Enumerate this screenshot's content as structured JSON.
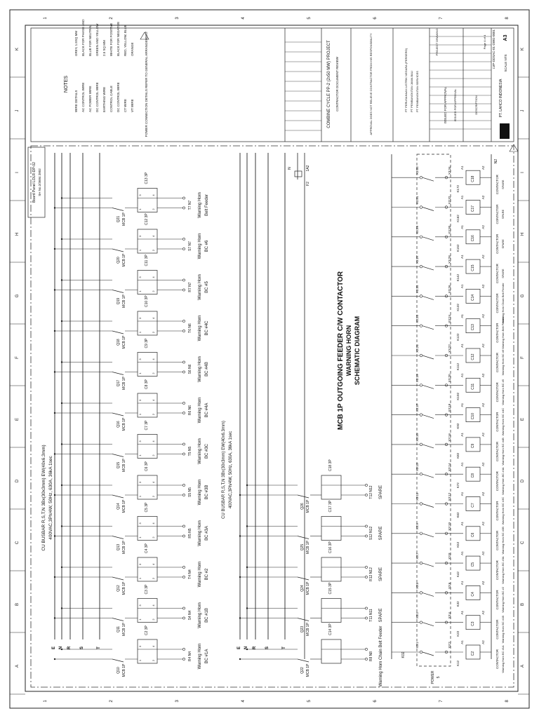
{
  "drawing": {
    "title_lines": [
      "MCB 1P OUTGOING FEEDER C/W CONTACTOR",
      "WARNING HORN",
      "SCHEMATIC DIAGRAM"
    ],
    "cu_busbar_top": "CU BUSBAR R,S,T,N 3Bx(30x3mm) EW(40x6.3mm)",
    "cu_busbar_top_rating": "400VAC,3Ph/4W, 50Hz, 630A, 36kA 1sec",
    "cu_busbar_mid": "CU BUSBAR R,S,T,N 3Bx(30x3mm) EW(40x6.3mm)",
    "cu_busbar_mid_rating": "400VAC,3Ph/4W, 50Hz, 630A, 36kA 1sec",
    "board_label": "Board Panel LOLR-DP-02",
    "board_label2": "SH No.2/3684 2802",
    "spare": "SPARE",
    "warning_horn": "Warning Horn",
    "bell_feeder": "Belt Feeder",
    "contactor": "CONTACTOR",
    "terminal_power": "POWER",
    "terminal_5": "5",
    "x_terminal_label": "X",
    "n_label": "N",
    "fuse_label": "F2",
    "fuse_value": "1A2",
    "phase_labels": [
      "E",
      "N",
      "R",
      "S",
      "T"
    ],
    "mcb_tags_top": [
      "Q10",
      "Q11",
      "Q12",
      "Q13",
      "Q14",
      "Q15",
      "Q16",
      "Q17",
      "Q18",
      "Q19",
      "Q20",
      "Q21"
    ],
    "mcb_tags_mid": [
      "Q22",
      "Q23",
      "Q24",
      "Q25",
      "Q26"
    ],
    "mcb_type": "MCB 1P",
    "contactor_tags_top": [
      "C2 3P",
      "C3 3P",
      "C4 3P",
      "C5 3P",
      "C6 3P",
      "C7 3P",
      "C8 3P",
      "C9 3P",
      "C10 3P",
      "C11 3P",
      "C12 3P",
      "C13 3P"
    ],
    "contactor_tags_mid": [
      "C14 3P",
      "C15 3P",
      "C16 3P",
      "C17 3P",
      "C18 3P"
    ],
    "feeder_top_labels": [
      "BC #1A",
      "BC #1B",
      "BC #2",
      "BC #3A",
      "BC #3B",
      "BC #3C",
      "BC #4A",
      "BC #4B",
      "BC #4C",
      "BC #5",
      "BC #6",
      "Belt Feeder"
    ],
    "feeder_top_terms": [
      "R4 N4",
      "S4 N4",
      "T4 N4",
      "R5 N5",
      "S5 N5",
      "T5 N5",
      "R6 N6",
      "S6 N6",
      "T6 N6",
      "R7 N7",
      "S7 N7",
      "T7 N7"
    ],
    "feeder_mid_labels": [
      "Warning Horn Chain Belt Feeder",
      "SPARE",
      "SPARE",
      "SPARE",
      "SPARE"
    ],
    "feeder_mid_terms": [
      "R8 N8",
      "T11 N11",
      "R12 N12",
      "S12 N12",
      "T12 N12"
    ],
    "coil_tags": [
      "C2",
      "C3",
      "C4",
      "C5",
      "C6",
      "C7",
      "C8",
      "C9",
      "C10",
      "C11",
      "C12",
      "C13",
      "C14",
      "C15",
      "C16",
      "C17",
      "C18"
    ],
    "coil_terms_a": [
      "X3:1",
      "X3:3",
      "X3:5",
      "X3:7",
      "X3:9",
      "X3:11",
      "X3:13",
      "X3:15",
      "X3:17",
      "X3:19",
      "X3:21",
      "X3:23",
      "X3:25",
      "X3:27",
      "X3:29",
      "X3:31",
      "X3:33"
    ],
    "coil_terms_b": [
      "X3:2",
      "X3:4",
      "X3:6",
      "X3:8",
      "X3:10",
      "X3:12",
      "X3:14",
      "X3:16",
      "X3:18",
      "X3:20",
      "X3:22",
      "X3:24",
      "X3:26",
      "X3:28",
      "X3:30",
      "X3:32",
      "X3:34"
    ],
    "coil_k": [
      "K12",
      "K22",
      "K32",
      "K42",
      "K52",
      "K62",
      "K72",
      "K82",
      "K92",
      "K102",
      "K112",
      "K122",
      "K132",
      "K142",
      "K152",
      "K162",
      "K172"
    ],
    "coil_descr": [
      "Warning Horn BC #1A",
      "Warning Horn BC #1B",
      "Warning Horn BC #2",
      "Warning Horn BC #3A",
      "Warning Horn BC #3B",
      "Warning Horn BC #3C",
      "Warning Horn BC #4A",
      "Warning Horn BC #4B",
      "Warning Horn BC #4C",
      "Warning Horn BC #5",
      "Warning Horn BC #6",
      "Warning Horn Belt Feeder",
      "Warning Horn Chain Belt Feeder",
      "SPARE",
      "SPARE",
      "SPARE",
      "SPARE"
    ],
    "a1": "A1",
    "a2": "A2",
    "n2": "N2",
    "k02": "K02",
    "grid_numbers": [
      "1",
      "2",
      "3",
      "4",
      "5",
      "6",
      "7",
      "8"
    ],
    "grid_letters": [
      "A",
      "B",
      "C",
      "D",
      "E",
      "F",
      "G",
      "H",
      "I",
      "J",
      "K"
    ]
  },
  "titleblock": {
    "notes_title": "NOTES",
    "notes_lines": [
      "WIRE DETAILS",
      "AC CONTROL WIRE",
      "AC POWER WIRE",
      "DC CONTROL WIRE",
      "EARTHING WIRE",
      "CONTROL CABLE",
      "DC CONTROL WIRE",
      "CT WIRE",
      "VT WIRE"
    ],
    "notes_values": [
      "GREY, 1.5SQ MM",
      "BLACK FOR PHASE AND",
      "BLUE FOR NEUTRAL",
      "GREEN AND YELLOW",
      "2.5 SQ MM",
      "WHITE FOR POSITIVE",
      "BLACK FOR NEGATIVE",
      "RED, YELLOW, BLUE",
      "ORANGE"
    ],
    "doc_note": "POWER CONNECTION DETAILS REFER TO GENERAL ARRANGEMENT",
    "project": "COMBINE CYCLE PP-2 (2x50 MW) PROJECT",
    "doc_title": "CONTRACTOR DOCUMENT REVIEW",
    "approval": "APPROVAL DOES NOT RELIEVE CONTRACTOR FROM HIS RESPONSIBILITY",
    "status_label": "ISSUED FOR APPROVAL",
    "client1": "PT PERUSAHAAN LISTRIK NEGARA (PERSERO)",
    "client2": "PT PEMBANGKITAN JAWA BALI",
    "client3": "PT PEMBANGKITAN SERVICES",
    "dwg_title": "PROJECT DRAWING",
    "dwg_sheet": "Page 4 of 4",
    "dwg_no": "LVP-DDSAC-01-DWG-0001",
    "rev": "A3",
    "scale": "SCALE NTS",
    "company": "PT. LAHCO INDONESIA",
    "purpose": "ISSUED FOR APPROVAL",
    "description": "DESCRIPTION",
    "rev_row": "0"
  }
}
